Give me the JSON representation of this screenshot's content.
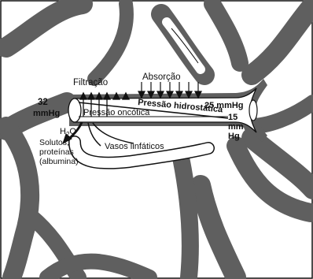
{
  "labels": {
    "filtracao": "Filtração",
    "absorcao": "Absorção",
    "pressure_left_value": "32",
    "pressure_left_unit": "mmHg",
    "pressao_hidrostatica": "Pressão hidrostática",
    "pressao_oncotica": "Pressão oncótica",
    "pressure_right_value": "25 mmHg",
    "pressure_venous_value": "15",
    "pressure_venous_unit_1": "mm",
    "pressure_venous_unit_2": "Hg",
    "water": "H",
    "water_sub": "2",
    "water_end": "O",
    "solutos_1": "Solutos,",
    "solutos_2": "proteínas",
    "solutos_3": "(albumina)",
    "vasos_linfaticos": "Vasos linfáticos"
  },
  "colors": {
    "tissue": "#666666",
    "vessel_fill": "#ffffff",
    "outline": "#111111"
  }
}
